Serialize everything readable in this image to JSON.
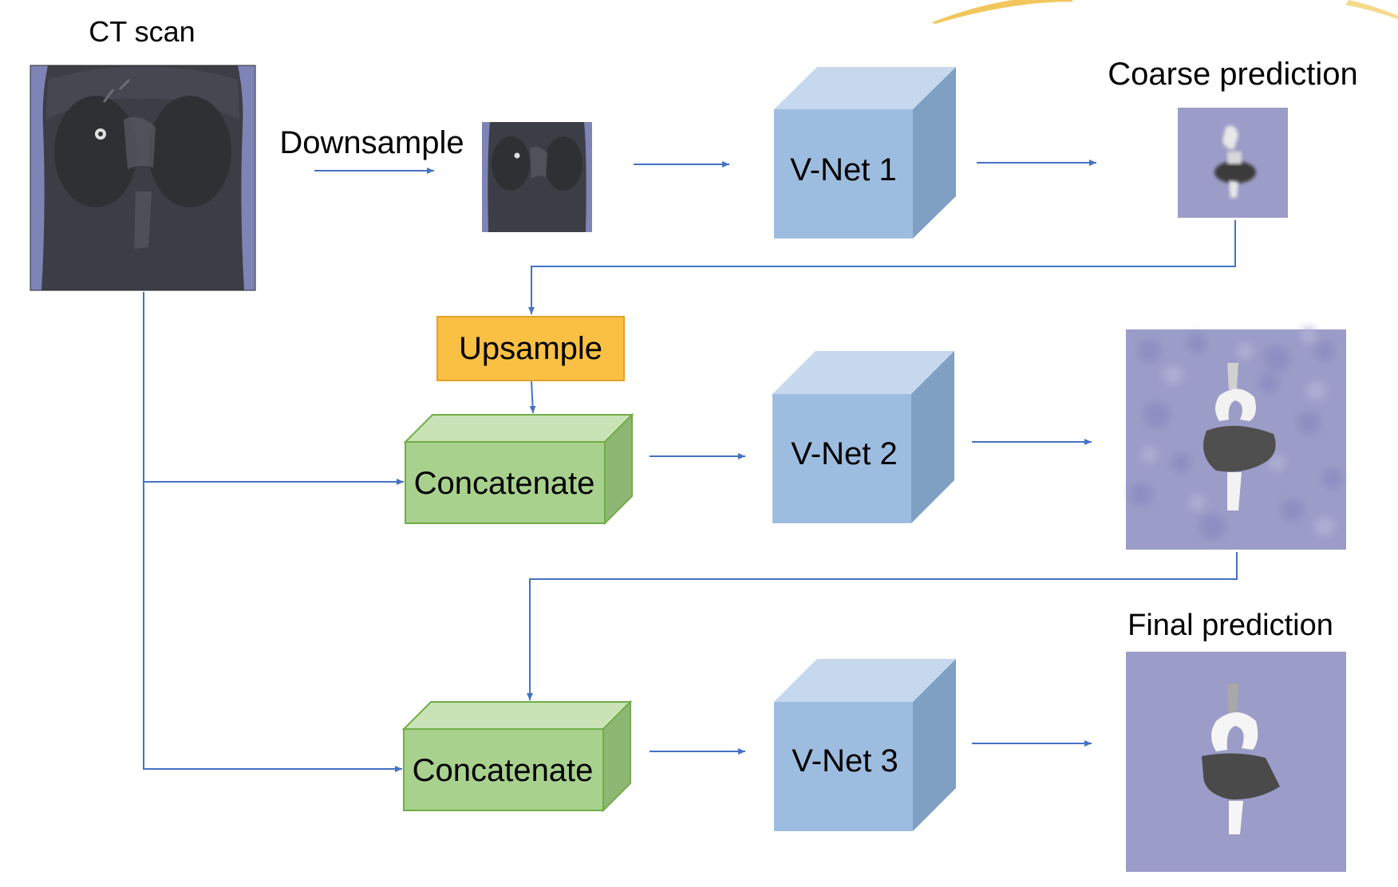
{
  "labels": {
    "ct_scan": "CT scan",
    "downsample": "Downsample",
    "coarse_prediction": "Coarse prediction",
    "upsample": "Upsample",
    "concatenate_1": "Concatenate",
    "concatenate_2": "Concatenate",
    "final_prediction": "Final prediction"
  },
  "networks": {
    "vnet1": "V-Net 1",
    "vnet2": "V-Net 2",
    "vnet3": "V-Net 3"
  },
  "colors": {
    "arrow": "#4472c4",
    "cube_front": "#9dbde0",
    "cube_top": "#c5d8ee",
    "cube_side": "#7f9fc3",
    "concat_front": "#a9d18e",
    "concat_top": "#c9e3b6",
    "concat_side": "#8fb774",
    "concat_edge": "#70ad47",
    "upsample_fill": "#f9c043",
    "upsample_edge": "#e2a32a",
    "prediction_bg": "#9c9cc8",
    "ct_bg": "#8a8fc0",
    "ct_body": "#383b40",
    "decor_arc": "#f0c14b"
  }
}
